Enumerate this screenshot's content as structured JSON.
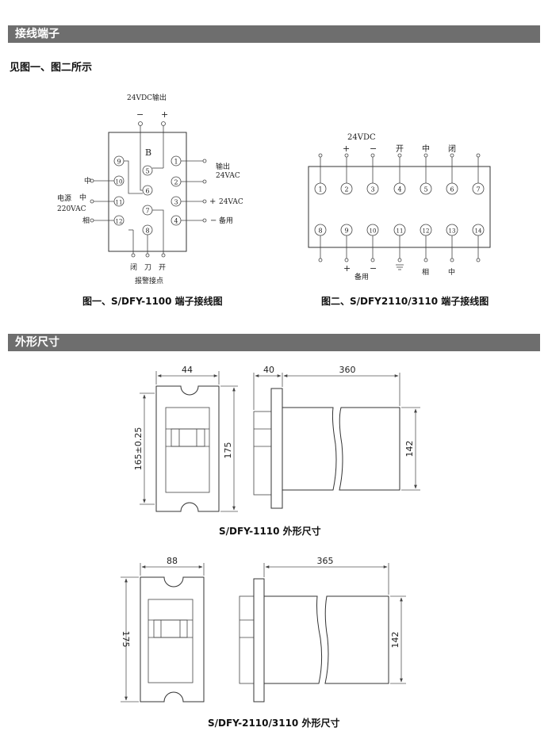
{
  "sections": {
    "wiring_title": "接线端子",
    "dimension_title": "外形尺寸"
  },
  "wiring": {
    "subtitle": "见图一、图二所示",
    "fig1": {
      "caption": "图一、S/DFY-1100 端子接线图",
      "top_label": "24VDC输出",
      "minus": "−",
      "plus": "+",
      "b_label": "B",
      "terminals": [
        "1",
        "2",
        "3",
        "4",
        "5",
        "6",
        "7",
        "8",
        "9",
        "10",
        "11",
        "12"
      ],
      "right_labels": {
        "out": "输出",
        "vac_out": "24VAC",
        "plus": "+",
        "vac_in": "24VAC",
        "minus": "−",
        "spare": "备用"
      },
      "left_labels": {
        "zhong_top": "中",
        "power": "电源",
        "zhong": "中",
        "vac220": "220VAC",
        "xiang": "相"
      },
      "bottom_labels": {
        "bi": "闭",
        "dao": "刀",
        "kai": "开",
        "alarm": "报警接点"
      }
    },
    "fig2": {
      "caption": "图二、S/DFY2110/3110 端子接线图",
      "top_label": "24VDC",
      "top_signs": [
        "+",
        "−",
        "开",
        "中",
        "闭"
      ],
      "terminals_top": [
        "1",
        "2",
        "3",
        "4",
        "5",
        "6",
        "7"
      ],
      "terminals_bottom": [
        "8",
        "9",
        "10",
        "11",
        "12",
        "13",
        "14"
      ],
      "bottom_signs": {
        "plus": "+",
        "minus": "−",
        "spare": "备用",
        "xiang": "相",
        "zhong": "中"
      }
    }
  },
  "dimensions": {
    "d1": {
      "caption": "S/DFY-1110 外形尺寸",
      "front_width": "44",
      "mount_height": "165±0.25",
      "height": "175",
      "flange": "40",
      "depth": "360",
      "body_height": "142"
    },
    "d2": {
      "caption": "S/DFY-2110/3110 外形尺寸",
      "front_width": "88",
      "height": "175",
      "depth": "365",
      "body_height": "142"
    }
  }
}
